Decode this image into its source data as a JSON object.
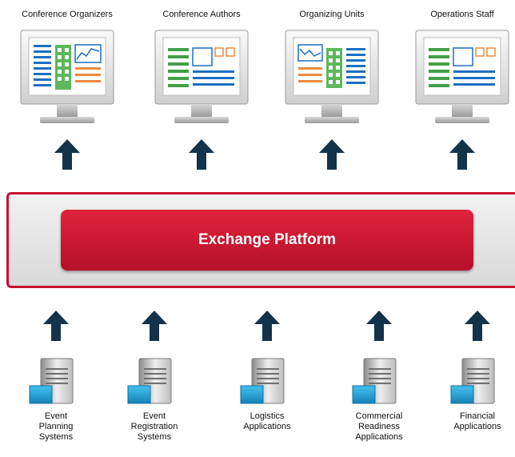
{
  "consumers": [
    {
      "label": "Conference Organizers"
    },
    {
      "label": "Conference Authors"
    },
    {
      "label": "Organizing Units"
    },
    {
      "label": "Operations Staff"
    }
  ],
  "platform": {
    "title": "Exchange Platform"
  },
  "sources": [
    {
      "lines": [
        "Event",
        "Planning",
        "Systems"
      ]
    },
    {
      "lines": [
        "Event",
        "Registration",
        "Systems"
      ]
    },
    {
      "lines": [
        "Logistics",
        "Applications"
      ]
    },
    {
      "lines": [
        "Commercial",
        "Readiness",
        "Applications"
      ]
    },
    {
      "lines": [
        "Financial",
        "Applications"
      ]
    }
  ],
  "colors": {
    "platform_red": "#c8102e",
    "arrow_navy": "#13334a",
    "server_blue": "#1fa3d6"
  }
}
